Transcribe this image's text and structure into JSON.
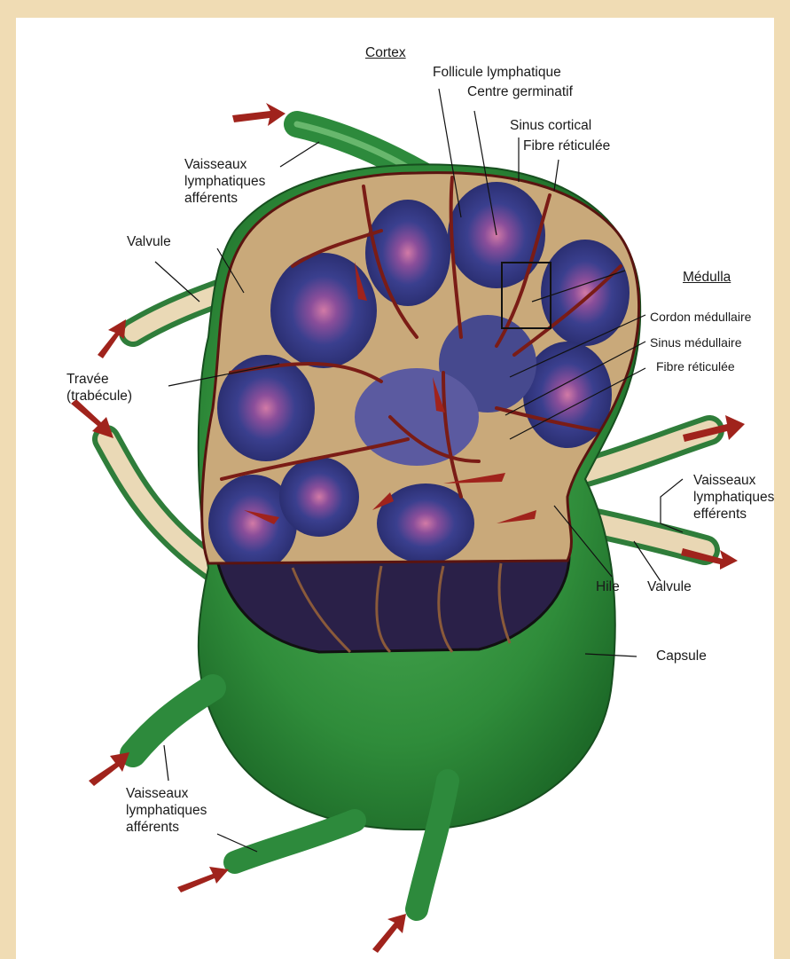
{
  "figure": {
    "background_color": "#f0dcb4",
    "panel_color": "#ffffff",
    "capsule_color": "#2e8f3c",
    "cortex_color": "#3c3f8c",
    "germinal_center_color": "#c86a9a",
    "vessel_color": "#3d9a4a",
    "arrow_color": "#9a2a22"
  },
  "labels": {
    "cortex": "Cortex",
    "follicule": "Follicule lymphatique",
    "centre": "Centre germinatif",
    "sinus_cortical": "Sinus cortical",
    "fibre_top": "Fibre réticulée",
    "medulla": "Médulla",
    "cordon": "Cordon médullaire",
    "sinus_medullaire": "Sinus médullaire",
    "fibre_mid": "Fibre réticulée",
    "aff_top": "Vaisseaux\nlymphatiques\nafférents",
    "valvule_left": "Valvule",
    "travee": "Travée\n(trabécule)",
    "eff": "Vaisseaux\nlymphatiques\nefférents",
    "hile": "Hile",
    "valvule_right": "Valvule",
    "capsule": "Capsule",
    "aff_bottom": "Vaisseaux\nlymphatiques\nafférents"
  }
}
